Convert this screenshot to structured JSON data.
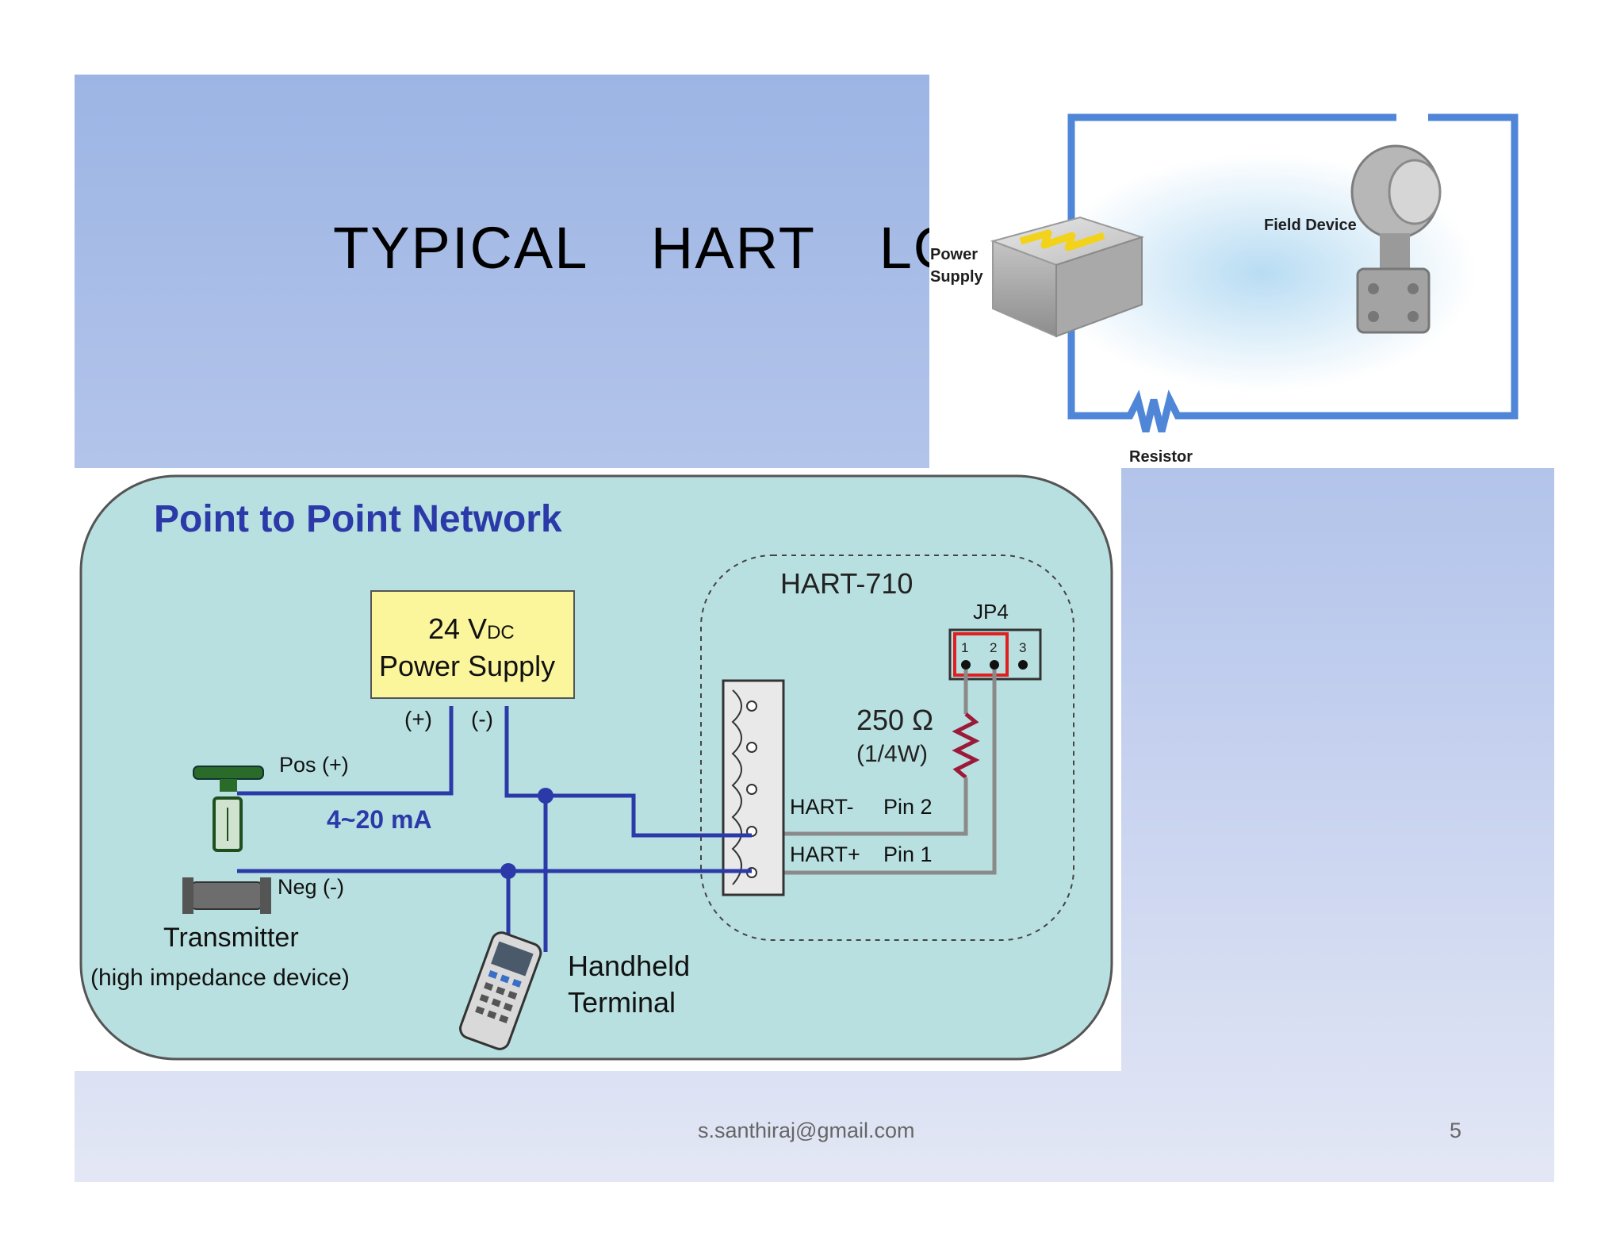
{
  "slide": {
    "title": "TYPICAL  HART  LOOP",
    "footer_email": "s.santhiraj@gmail.com",
    "page_number": "5"
  },
  "loop_picture": {
    "power_supply_label_1": "Power",
    "power_supply_label_2": "Supply",
    "field_device_label": "Field Device",
    "resistor_label": "Resistor",
    "wire_color": "#4f86d8"
  },
  "network_diagram": {
    "title": "Point to Point Network",
    "power_supply_voltage": "24 V",
    "power_supply_subscript": "DC",
    "power_supply_label": "Power Supply",
    "plus_terminal": "(+)",
    "minus_terminal": "(-)",
    "pos_label": "Pos (+)",
    "neg_label": "Neg (-)",
    "current_label": "4~20 mA",
    "transmitter_label": "Transmitter",
    "transmitter_note": "(high impedance device)",
    "handheld_label_1": "Handheld",
    "handheld_label_2": "Terminal",
    "module_label": "HART-710",
    "jumper_label": "JP4",
    "jumper_pins": [
      "1",
      "2",
      "3"
    ],
    "resistor_value": "250 Ω",
    "resistor_rating": "(1/4W)",
    "hart_minus": "HART-",
    "hart_minus_pin": "Pin 2",
    "hart_plus": "HART+",
    "hart_plus_pin": "Pin 1",
    "colors": {
      "background": "#b9e0e0",
      "wire": "#2b3aa8",
      "gray_wire": "#8a8a8a",
      "supply_box": "#fbf59b",
      "jumper_highlight": "#e02020",
      "resistor": "#9b1a3a"
    }
  }
}
